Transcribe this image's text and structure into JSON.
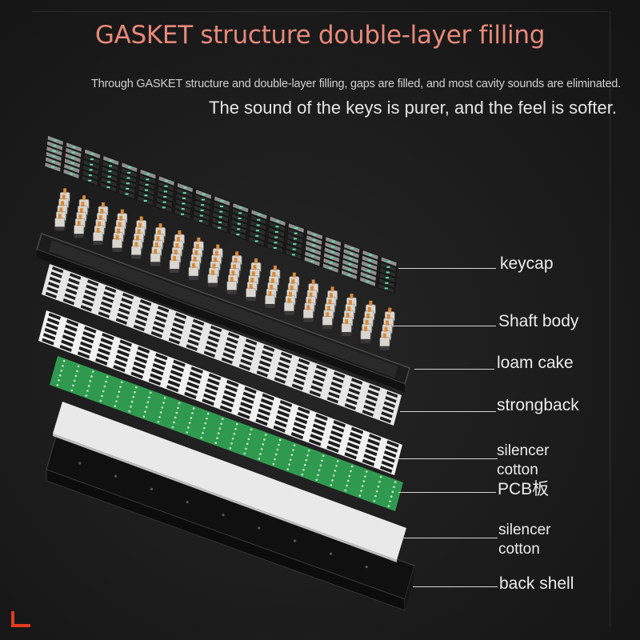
{
  "title": "GASKET structure double-layer filling",
  "subtitle_line1": "Through GASKET structure and double-layer filling, gaps are filled, and most cavity sounds are eliminated.",
  "subtitle_line2": "The sound of the keys is purer, and the feel is softer.",
  "layers": [
    {
      "label": "keycap"
    },
    {
      "label": "Shaft body"
    },
    {
      "label": "loam cake"
    },
    {
      "label": "strongback"
    },
    {
      "label": "silencer\ncotton"
    },
    {
      "label": "PCB板"
    },
    {
      "label": "silencer\ncotton"
    },
    {
      "label": "back shell"
    }
  ],
  "colors": {
    "title": "#e8897a",
    "background": "#1b1b1b",
    "keycap_dark": "#2b2d2c",
    "keycap_gray": "#8c8f8e",
    "legend_green": "#5fe0a8",
    "switch_housing": "#d9d6cf",
    "switch_stem": "#d98a3a",
    "plate_white": "#e9e9e9",
    "pcb_green": "#2f9a4f",
    "back_shell": "#1e1e1e",
    "corner_logo": "#e23b1e"
  }
}
